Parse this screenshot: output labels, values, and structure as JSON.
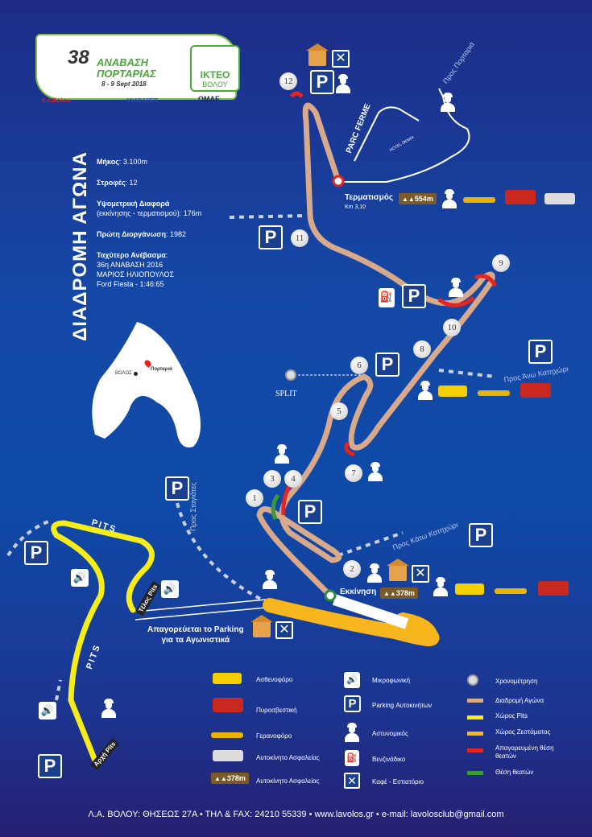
{
  "logo": {
    "edition": "38",
    "title_line1": "ΑΝΑΒΑΣΗ",
    "title_line2": "ΠΟΡΤΑΡΙΑΣ",
    "dates": "8 - 9 Sept 2018",
    "sponsor_main": "ΙΚΤΕΟ",
    "sponsor_sub": "ΒΟΛΟΥ",
    "partner1": "Λ.Α.Βόλου",
    "partner2": "ΑΝΑΒΑΣΕΙΣ",
    "partner3": "OMAE"
  },
  "title": "ΔΙΑΔΡΟΜΗ ΑΓΩΝΑ",
  "info": {
    "length_label": "Μήκος",
    "length_value": "3.100m",
    "turns_label": "Στροφές",
    "turns_value": "12",
    "elev_label": "Υψομετρική Διαφορά",
    "elev_value": "(εκκίνησης - τερματισμού): 176m",
    "first_label": "Πρώτη Διοργάνωση",
    "first_value": "1982",
    "fastest_label": "Ταχύτερο Ανέβασμα",
    "fastest_line1": "36η ΑΝΑΒΑΣΗ 2016",
    "fastest_line2": "ΜΑΡΙΟΣ ΗΛΙΟΠΟΥΛΟΣ",
    "fastest_line3": "Ford Fiesta - 1:46:65"
  },
  "inset": {
    "city": "ΒΟΛΟΣ",
    "village": "Πορταριά"
  },
  "map": {
    "turns": [
      "1",
      "2",
      "3",
      "4",
      "5",
      "6",
      "7",
      "8",
      "9",
      "10",
      "11",
      "12"
    ],
    "finish_label": "Τερματισμός",
    "finish_km": "Km 3,10",
    "finish_elev": "554m",
    "start_label": "Εκκίνηση",
    "start_elev": "378m",
    "split_label": "SPLIT",
    "parc_ferme": "PARC FERME",
    "hotel": "HOTEL ΘΕΜΙΑ",
    "to_portaria": "Προς Πορταριά",
    "to_ano": "Προς Άνω Κατηχώρι",
    "to_kato": "Προς Κάτω Κατηχώρι",
    "to_stagiates": "Προς Σταγιάτες",
    "pits1": "PITS",
    "pits2": "PITS",
    "pits_end": "Τέλος Pits",
    "pits_start": "Αρχή Pits",
    "no_parking_line1": "Απαγορεύεται το Parking",
    "no_parking_line2": "για τα Αγωνιστικά",
    "parking_letter": "P"
  },
  "legend": {
    "ambulance": "Ασθενοφόρο",
    "fire": "Πυροσβεστική",
    "tow": "Γερανοφόρο",
    "safety_car": "Αυτοκίνητο Ασφαλείας",
    "elev_badge": "378m",
    "elev_label": "Αυτοκίνητο Ασφαλείας",
    "speaker": "Μικροφωνική",
    "parking": "Parking Αυτοκινήτων",
    "police": "Αστυνομικός",
    "fuel": "Βενζινάδικο",
    "cafe": "Καφέ - Εστιατόριο",
    "timing": "Χρονομέτρηση",
    "route": "Διαδρομή Αγώνα",
    "pits": "Χώρος Pits",
    "warmup": "Χώρος Ζεστάματος",
    "forbidden": "Απαγορευμένη θέση θεατών",
    "spectators": "Θέση θεατών"
  },
  "colors": {
    "route": "#d8a98a",
    "pits": "#f5ec1a",
    "warmup": "#f7b51e",
    "forbidden": "#e52421",
    "spectators": "#3a9a3a"
  },
  "footer": "Λ.Α. ΒΟΛΟΥ: ΘΗΣΕΩΣ 27Α • ΤΗΛ & FAX: 24210 55339 • www.lavolos.gr • e-mail:  lavolosclub@gmail.com"
}
